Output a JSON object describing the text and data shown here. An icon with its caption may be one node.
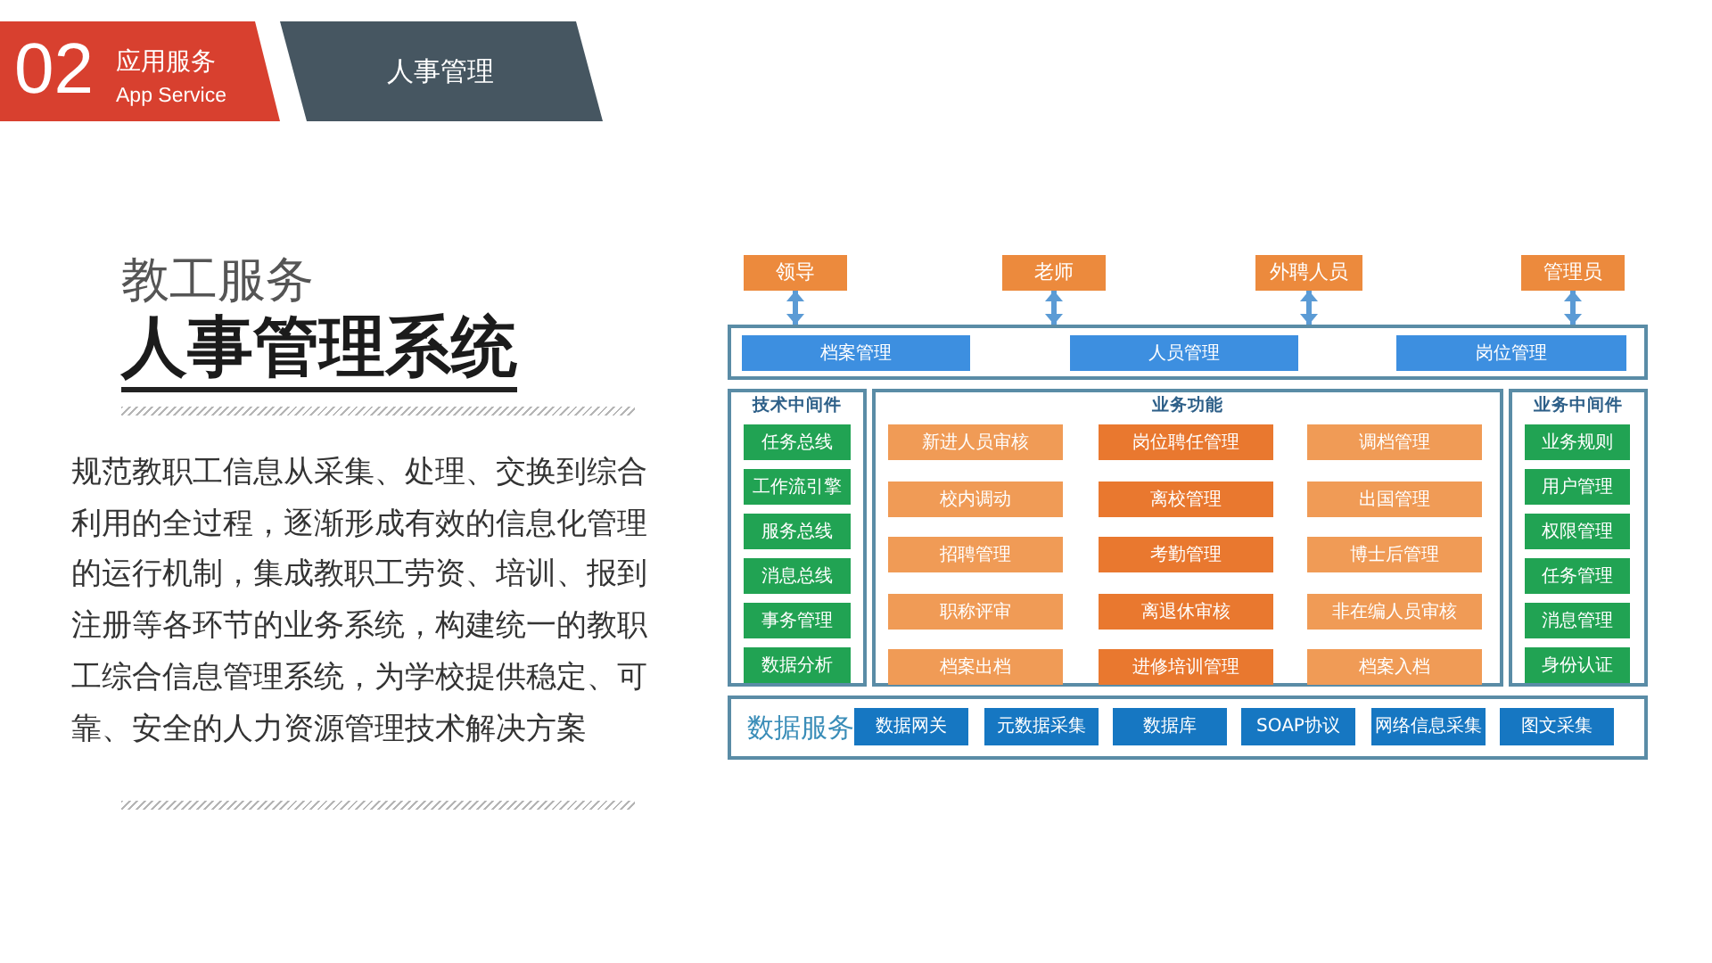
{
  "diagram": {
    "title": "人事管理系统",
    "nodes": [
      {
        "text": [
          "领导"
        ]
      },
      {
        "text": [
          "老师"
        ]
      },
      {
        "text": [
          "外聘人员"
        ]
      },
      {
        "text": [
          "管理员"
        ]
      },
      {
        "text": [],
        "shape": "box"
      },
      {
        "text": [
          "档案管理"
        ],
        "in": 4
      },
      {
        "text": [
          "人员管理"
        ],
        "in": 4
      },
      {
        "text": [
          "岗位管理"
        ],
        "in": 4
      },
      {
        "text": [
          "技术中间件"
        ]
      },
      {
        "text": [
          "任务总线"
        ],
        "in": 8
      },
      {
        "text": [
          "工作流引擎"
        ],
        "in": 8
      },
      {
        "text": [
          "服务总线"
        ],
        "in": 8
      },
      {
        "text": [
          "消息总线"
        ],
        "in": 8
      },
      {
        "text": [
          "事务管理"
        ],
        "in": 8
      },
      {
        "text": [
          "数据分析"
        ],
        "in": 8
      },
      {
        "text": [
          "业务功能"
        ]
      },
      {
        "text": [
          "新进人员审核"
        ],
        "in": 15
      },
      {
        "text": [
          "岗位聘任管理"
        ],
        "in": 15
      },
      {
        "text": [
          "调档管理"
        ],
        "in": 15
      },
      {
        "text": [
          "校内调动"
        ],
        "in": 15
      },
      {
        "text": [
          "离校管理"
        ],
        "in": 15
      },
      {
        "text": [
          "出国管理"
        ],
        "in": 15
      },
      {
        "text": [
          "招聘管理"
        ],
        "in": 15
      },
      {
        "text": [
          "考勤管理"
        ],
        "in": 15
      },
      {
        "text": [
          "博士后管理"
        ],
        "in": 15
      },
      {
        "text": [
          "职称评审"
        ],
        "in": 15
      },
      {
        "text": [
          "离退休审核"
        ],
        "in": 15
      },
      {
        "text": [
          "非在编人员审核"
        ],
        "in": 15
      },
      {
        "text": [
          "档案出档"
        ],
        "in": 15
      },
      {
        "text": [
          "进修培训管理"
        ],
        "in": 15
      },
      {
        "text": [
          "档案入档"
        ],
        "in": 15
      },
      {
        "text": [
          "业务中间件"
        ]
      },
      {
        "text": [
          "业务规则"
        ],
        "in": 31
      },
      {
        "text": [
          "用户管理"
        ],
        "in": 31
      },
      {
        "text": [
          "权限管理"
        ],
        "in": 31
      },
      {
        "text": [
          "任务管理"
        ],
        "in": 31
      },
      {
        "text": [
          "消息管理"
        ],
        "in": 31
      },
      {
        "text": [
          "身份认证"
        ],
        "in": 31
      },
      {
        "text": [
          "数据服务"
        ]
      },
      {
        "text": [
          "数据网关"
        ],
        "in": 38
      },
      {
        "text": [
          "元数据采集"
        ],
        "in": 38
      },
      {
        "text": [
          "数据库"
        ],
        "in": 38
      },
      {
        "text": [
          "SOAP协议"
        ],
        "in": 38
      },
      {
        "text": [
          "网络信息采集"
        ],
        "in": 38
      },
      {
        "text": [
          "图文采集"
        ],
        "in": 38
      }
    ],
    "edges": [
      {
        "from": 0,
        "to": 4,
        "arrow": "both"
      },
      {
        "from": 1,
        "to": 4,
        "arrow": "both"
      },
      {
        "from": 2,
        "to": 4,
        "arrow": "both"
      },
      {
        "from": 3,
        "to": 4,
        "arrow": "both"
      }
    ],
    "labels": [
      "02",
      "应用服务",
      "App Service",
      "人事管理",
      "教工服务",
      "规范教职工信息从采集、处理、交换到综合利用的全过程，逐渐形成有效的信息化管理的运行机制，集成教职工劳资、培训、报到注册等各环节的业务系统，构建统一的教职工综合信息管理系统，为学校提供稳定、可靠、安全的人力资源管理技术解决方案"
    ]
  }
}
